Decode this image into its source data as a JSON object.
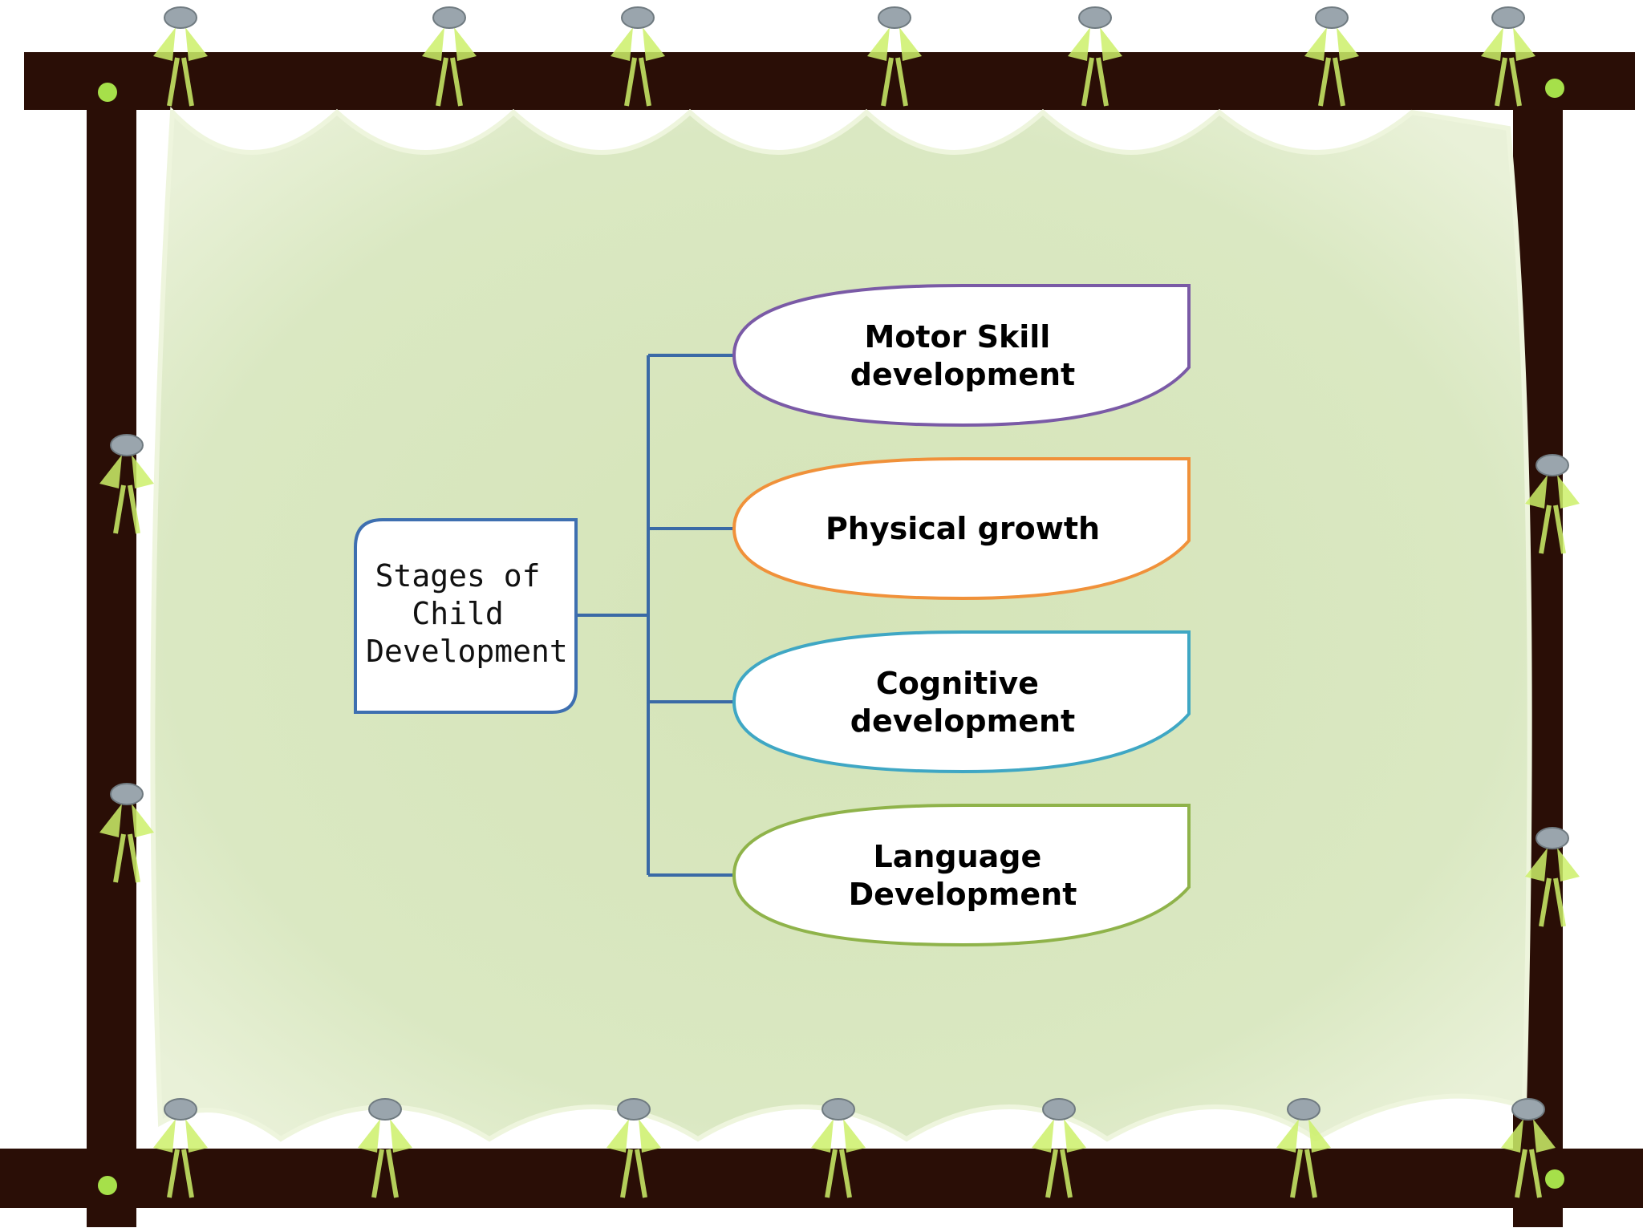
{
  "diagram": {
    "root": {
      "lines": [
        "Stages of",
        "Child",
        "Development"
      ],
      "stroke": "#3e6fb0"
    },
    "connector_color": "#3a6aa6",
    "branches": [
      {
        "lines": [
          "Motor Skill",
          "development"
        ],
        "stroke": "#7a5aa6"
      },
      {
        "lines": [
          "Physical growth"
        ],
        "stroke": "#f0913a"
      },
      {
        "lines": [
          "Cognitive",
          "development"
        ],
        "stroke": "#3fa7c4"
      },
      {
        "lines": [
          "Language",
          "Development"
        ],
        "stroke": "#8fb34a"
      }
    ]
  },
  "frame": {
    "wood_color": "#2a0e06",
    "panel_color": "#d9e7bf",
    "ribbon_color": "#cdf06a",
    "knob_color": "#9aa5ad"
  }
}
